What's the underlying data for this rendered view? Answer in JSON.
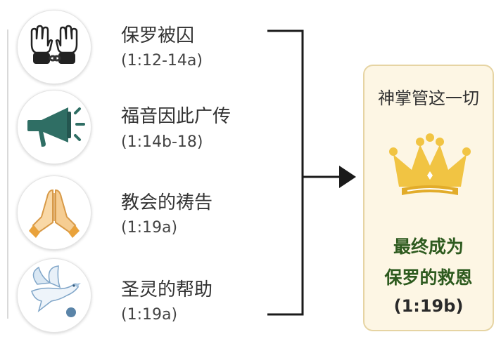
{
  "items": [
    {
      "title": "保罗被囚",
      "ref": "(1:12-14a)",
      "icon": "handcuffs-icon"
    },
    {
      "title": "福音因此广传",
      "ref": "(1:14b-18)",
      "icon": "megaphone-icon"
    },
    {
      "title": "教会的祷告",
      "ref": "(1:19a)",
      "icon": "praying-hands-icon"
    },
    {
      "title": "圣灵的帮助",
      "ref": "(1:19a)",
      "icon": "dove-icon"
    }
  ],
  "result": {
    "heading": "神掌管这一切",
    "line1": "最终成为",
    "line2": "保罗的救恩",
    "ref": "(1:19b)",
    "icon": "crown-icon"
  },
  "colors": {
    "result_text": "#2d5a1e",
    "box_fill": "#fdf6e4",
    "box_border": "#e6d4a3",
    "megaphone": "#2f6e64",
    "crown": "#f1c443",
    "dove": "#a9c6e0"
  }
}
